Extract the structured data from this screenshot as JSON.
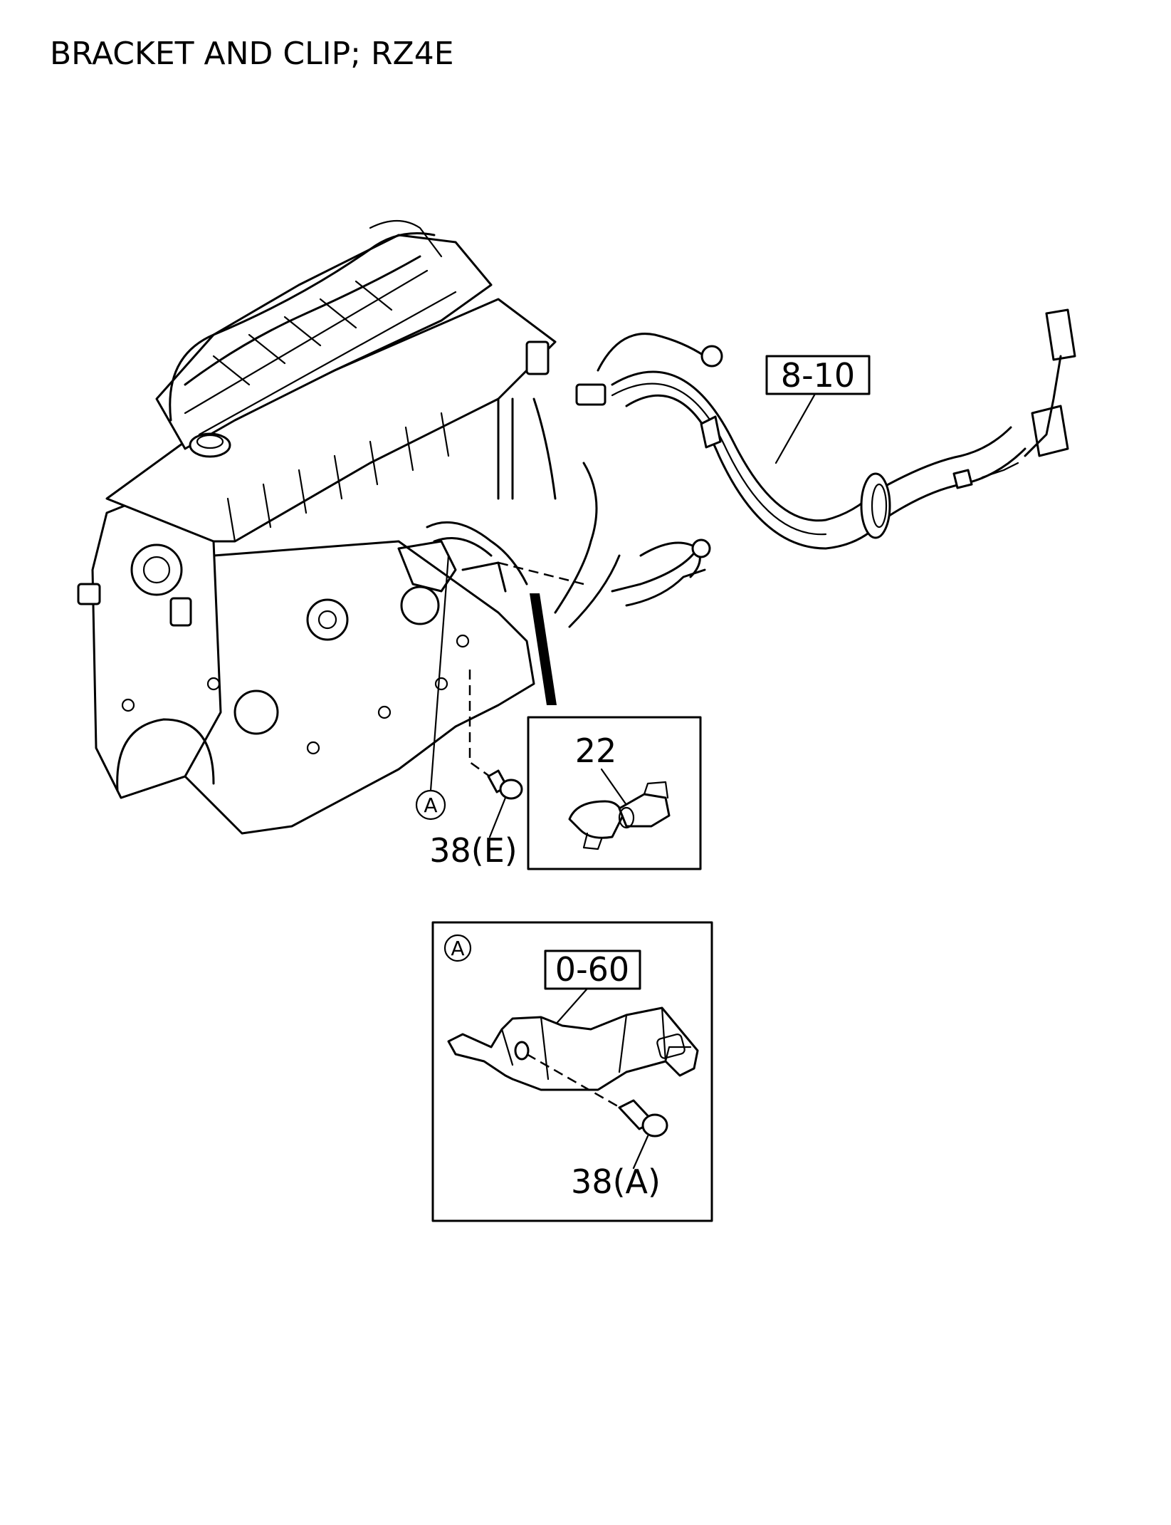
{
  "title": "BRACKET AND CLIP; RZ4E",
  "callouts": {
    "harness_ref": "8-10",
    "clip_part": "22",
    "bolt_e": "38(E)",
    "view_marker": "A",
    "bracket_ref": "0-60",
    "bolt_a": "38(A)",
    "detail_marker": "A"
  }
}
